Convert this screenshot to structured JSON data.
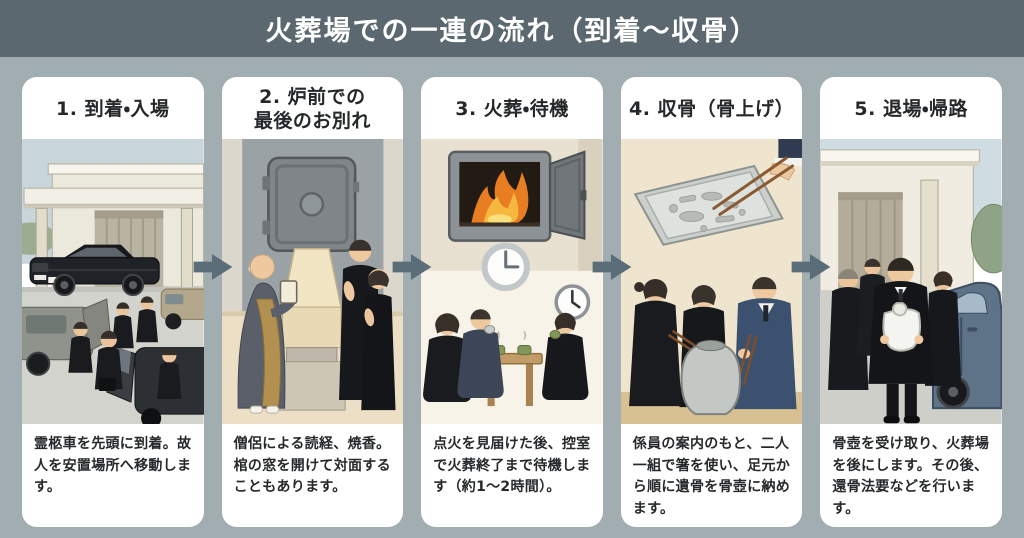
{
  "header": {
    "title": "火葬場での一連の流れ（到着〜収骨）"
  },
  "steps": [
    {
      "heading": "1. 到着・入場",
      "description": "霊柩車を先頭に到着。故人を安置場所へ移動します。",
      "illustration": "hearse-arrival-scene"
    },
    {
      "heading": "2. 炉前での\n最後のお別れ",
      "description": "僧侶による読経、焼香。棺の窓を開けて対面することもあります。",
      "illustration": "monk-coffin-farewell-scene"
    },
    {
      "heading": "3. 火葬・待機",
      "description": "点火を見届けた後、控室で火葬終了まで待機します（約1〜2時間）。",
      "illustration": "cremation-waiting-scene"
    },
    {
      "heading": "4. 収骨（骨上げ）",
      "description": "係員の案内のもと、二人一組で箸を使い、足元から順に遺骨を骨壺に納めます。",
      "illustration": "bone-collection-scene"
    },
    {
      "heading": "5. 退場・帰路",
      "description": "骨壺を受け取り、火葬場を後にします。その後、還骨法要などを行います。",
      "illustration": "departure-scene"
    }
  ],
  "colors": {
    "header_bg": "#5b686f",
    "page_bg": "#a2adb1",
    "card_bg": "#ffffff",
    "arrow": "#5b6d79",
    "heading_text": "#25282a",
    "body_text": "#26292b"
  }
}
